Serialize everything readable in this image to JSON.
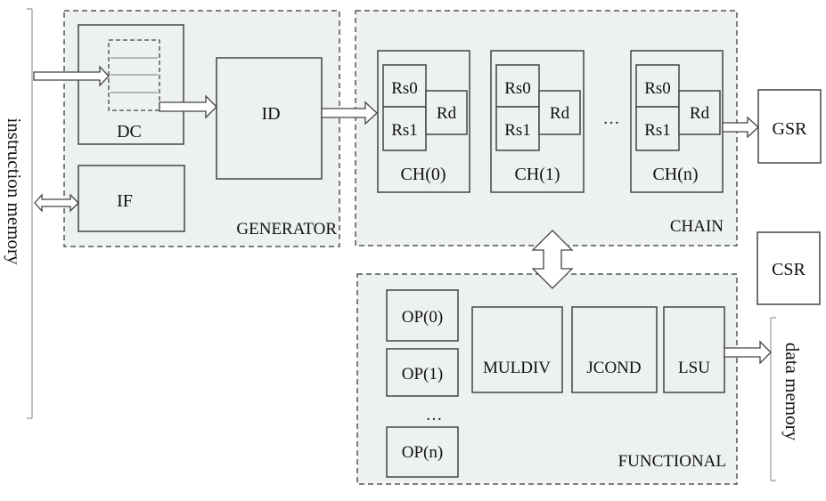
{
  "side_labels": {
    "instruction_memory": "instruction memory",
    "data_memory": "data memory"
  },
  "generator": {
    "title": "GENERATOR",
    "dc": "DC",
    "id": "ID",
    "if": "IF"
  },
  "chain": {
    "title": "CHAIN",
    "ellipsis": "…",
    "channels": [
      {
        "name": "CH(0)",
        "rs0": "Rs0",
        "rs1": "Rs1",
        "rd": "Rd"
      },
      {
        "name": "CH(1)",
        "rs0": "Rs0",
        "rs1": "Rs1",
        "rd": "Rd"
      },
      {
        "name": "CH(n)",
        "rs0": "Rs0",
        "rs1": "Rs1",
        "rd": "Rd"
      }
    ]
  },
  "registers": {
    "gsr": "GSR",
    "csr": "CSR"
  },
  "functional": {
    "title": "FUNCTIONAL",
    "ops": [
      "OP(0)",
      "OP(1)",
      "OP(n)"
    ],
    "ellipsis": "…",
    "units": [
      "MULDIV",
      "JCOND",
      "LSU"
    ]
  },
  "colors": {
    "panel_fill": "#eef1f1",
    "box_stroke": "#4a4a4a",
    "dash_stroke": "#555555",
    "bracket_stroke": "#999999"
  }
}
